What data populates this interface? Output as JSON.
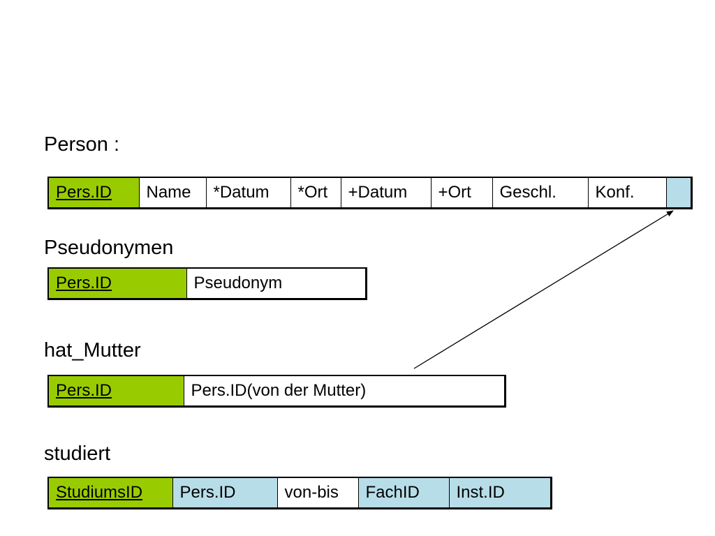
{
  "person": {
    "label": "Person :",
    "columns": [
      {
        "text": "Pers.ID",
        "kind": "primary-key"
      },
      {
        "text": "Name",
        "kind": "attribute"
      },
      {
        "text": "*Datum",
        "kind": "attribute"
      },
      {
        "text": "*Ort",
        "kind": "attribute"
      },
      {
        "text": "+Datum",
        "kind": "attribute"
      },
      {
        "text": "+Ort",
        "kind": "attribute"
      },
      {
        "text": "Geschl.",
        "kind": "attribute"
      },
      {
        "text": "Konf.",
        "kind": "attribute"
      },
      {
        "text": "",
        "kind": "foreign-key"
      }
    ]
  },
  "pseudonymen": {
    "label": "Pseudonymen",
    "columns": [
      {
        "text": "Pers.ID",
        "kind": "primary-key"
      },
      {
        "text": "Pseudonym",
        "kind": "attribute"
      }
    ]
  },
  "hat_mutter": {
    "label": "hat_Mutter",
    "columns": [
      {
        "text": "Pers.ID",
        "kind": "primary-key"
      },
      {
        "text": "Pers.ID(von der Mutter)",
        "kind": "attribute"
      }
    ]
  },
  "studiert": {
    "label": "studiert",
    "columns": [
      {
        "text": "StudiumsID",
        "kind": "primary-key"
      },
      {
        "text": "Pers.ID",
        "kind": "foreign-key"
      },
      {
        "text": "von-bis",
        "kind": "attribute"
      },
      {
        "text": "FachID",
        "kind": "foreign-key"
      },
      {
        "text": "Inst.ID",
        "kind": "foreign-key"
      }
    ]
  },
  "colors": {
    "primary_key": "#99cc00",
    "foreign_key": "#b7dde8",
    "border": "#000000"
  }
}
